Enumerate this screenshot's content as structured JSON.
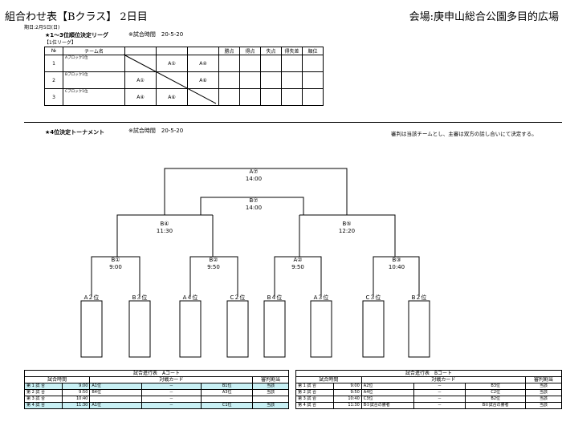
{
  "header": {
    "title": "組合わせ表【Bクラス】 2日目",
    "venue": "会場:庚申山総合公園多目的広場",
    "date": "期日:2月5日(日)"
  },
  "league": {
    "title": "★1～3位順位決定リーグ",
    "time": "※試合時間　20-5-20",
    "sub": "【1位リーグ】",
    "headers": [
      "№",
      "チーム名",
      "",
      "",
      "",
      "勝点",
      "得点",
      "失点",
      "得失差",
      "順位"
    ],
    "rows": [
      {
        "no": "1",
        "team": "Aブロック1位",
        "c1": "",
        "c2": "A①",
        "c3": "A④"
      },
      {
        "no": "2",
        "team": "Bブロック1位",
        "c1": "A①",
        "c2": "",
        "c3": "A⑥"
      },
      {
        "no": "3",
        "team": "Cブロック1位",
        "c1": "A④",
        "c2": "A⑥",
        "c3": ""
      }
    ]
  },
  "tournament": {
    "title": "★4位決定トーナメント",
    "time": "※試合時間　20-5-20",
    "note": "審判は当該チームとし、主審は双方の話し合いにて決定する。",
    "final": {
      "name": "A⑦",
      "time": "14:00"
    },
    "third": {
      "name": "B⑦",
      "time": "14:00"
    },
    "semis": [
      {
        "name": "B④",
        "time": "11:30"
      },
      {
        "name": "B⑤",
        "time": "12:20"
      }
    ],
    "quarters": [
      {
        "name": "B①",
        "time": "9:00"
      },
      {
        "name": "B②",
        "time": "9:50"
      },
      {
        "name": "A②",
        "time": "9:50"
      },
      {
        "name": "B③",
        "time": "10:40"
      }
    ],
    "teams": [
      "A２位",
      "B３位",
      "A４位",
      "C２位",
      "B４位",
      "A３位",
      "C３位",
      "B２位"
    ]
  },
  "scheduleA": {
    "caption": "試合進行表　Aコート",
    "headers": [
      "試合時間",
      "対戦カード",
      "審判割当"
    ],
    "rows": [
      {
        "no": "第 1 試 合",
        "time": "9:00",
        "t1": "A1位",
        "vs": "－",
        "t2": "B1位",
        "ref": "当該",
        "hl": true
      },
      {
        "no": "第 2 試 合",
        "time": "9:50",
        "t1": "B4位",
        "vs": "－",
        "t2": "A3位",
        "ref": "当該",
        "hl": false
      },
      {
        "no": "第 3 試 合",
        "time": "10:40",
        "t1": "",
        "vs": "－",
        "t2": "",
        "ref": "",
        "hl": false
      },
      {
        "no": "第 4 試 合",
        "time": "11:30",
        "t1": "A1位",
        "vs": "－",
        "t2": "C1位",
        "ref": "当該",
        "hl": true
      }
    ]
  },
  "scheduleB": {
    "caption": "試合進行表　Bコート",
    "headers": [
      "試合時間",
      "対戦カード",
      "審判割当"
    ],
    "rows": [
      {
        "no": "第 1 試 合",
        "time": "9:00",
        "t1": "A2位",
        "vs": "－",
        "t2": "B3位",
        "ref": "当該",
        "hl": false
      },
      {
        "no": "第 2 試 合",
        "time": "9:50",
        "t1": "A4位",
        "vs": "－",
        "t2": "C2位",
        "ref": "当該",
        "hl": false
      },
      {
        "no": "第 3 試 合",
        "time": "10:40",
        "t1": "C3位",
        "vs": "－",
        "t2": "B2位",
        "ref": "当該",
        "hl": false
      },
      {
        "no": "第 4 試 合",
        "time": "11:30",
        "t1": "B①試合の勝者",
        "vs": "－",
        "t2": "B②試合の勝者",
        "ref": "当該",
        "hl": false
      }
    ]
  }
}
